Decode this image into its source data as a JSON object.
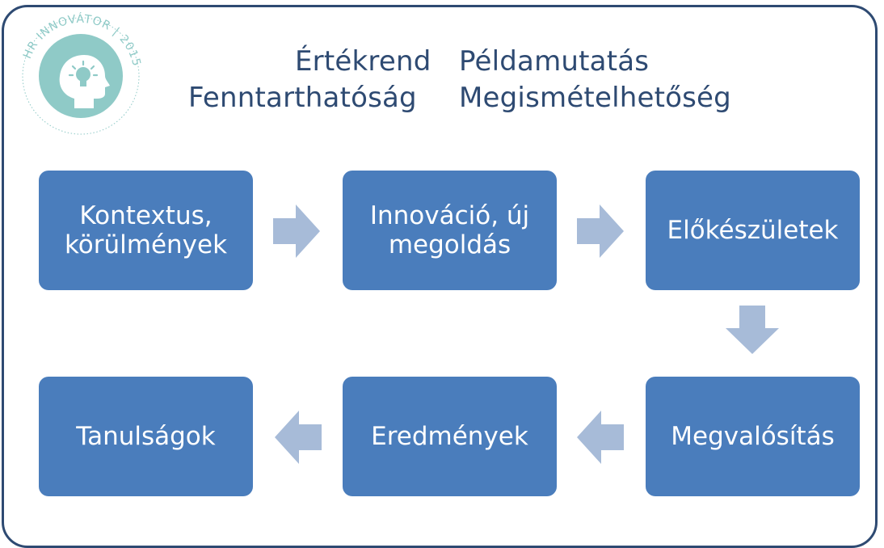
{
  "logo": {
    "ring_text": "HR INNOVÁTOR | 2015",
    "icon": "head-with-lightbulb-icon",
    "color": "#8fcac7"
  },
  "values": {
    "row1": [
      "Értékrend",
      "Példamutatás"
    ],
    "row2": [
      "Fenntarthatóság",
      "Megismételhetőség"
    ]
  },
  "steps": [
    {
      "lines": [
        "Kontextus,",
        "körülmények"
      ]
    },
    {
      "lines": [
        "Innováció, új",
        "megoldás"
      ]
    },
    {
      "lines": [
        "Előkészületek"
      ]
    },
    {
      "lines": [
        "Megvalósítás"
      ]
    },
    {
      "lines": [
        "Eredmények"
      ]
    },
    {
      "lines": [
        "Tanulságok"
      ]
    }
  ],
  "colors": {
    "box": "#4a7dbc",
    "arrow": "#a7bbd8",
    "frame": "#2e4a72",
    "text": "#2e4a72"
  }
}
